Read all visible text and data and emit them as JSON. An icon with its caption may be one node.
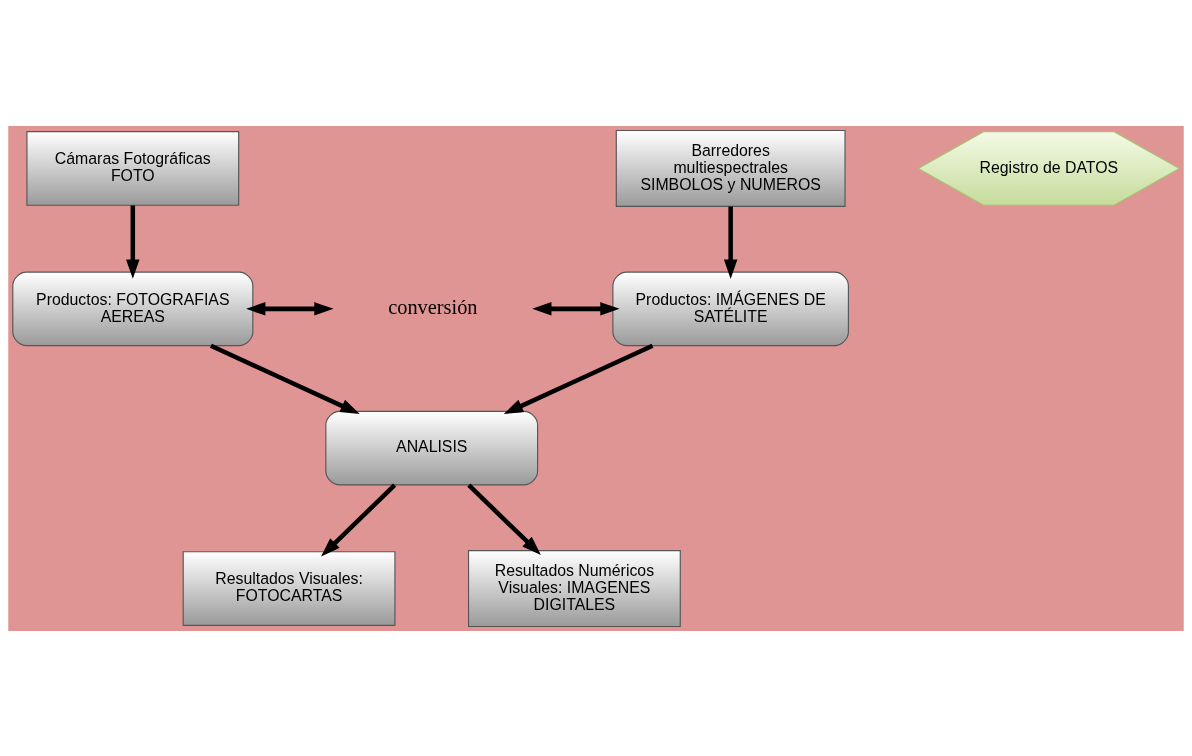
{
  "diagram": {
    "nodes": [
      {
        "text": [
          "Cámaras Fotográficas FOTO"
        ]
      },
      {
        "text": [
          "Registro de DATOS"
        ]
      },
      {
        "text": [
          "Barredores multiespectrales SIMBOLOS y NUMEROS"
        ]
      },
      {
        "text": [
          "Productos: FOTOGRAFIAS AEREAS"
        ]
      },
      {
        "text": [
          "conversión"
        ]
      },
      {
        "text": [
          "Productos: IMÁGENES DE SATÉLITE"
        ]
      },
      {
        "text": [
          "ANALISIS"
        ]
      },
      {
        "text": [
          "Resultados Visuales: FOTOCARTAS"
        ]
      },
      {
        "text": [
          "Resultados Numéricos Visuales: IMAGENES DIGITALES"
        ]
      }
    ],
    "edges": [
      {
        "from": 0,
        "to": 3,
        "arrow": "to"
      },
      {
        "from": 2,
        "to": 5,
        "arrow": "to"
      },
      {
        "from": 3,
        "to": 4,
        "arrow": "both"
      },
      {
        "from": 4,
        "to": 5,
        "arrow": "both"
      },
      {
        "from": 3,
        "to": 6,
        "arrow": "to"
      },
      {
        "from": 5,
        "to": 6,
        "arrow": "to"
      },
      {
        "from": 6,
        "to": 7,
        "arrow": "to"
      },
      {
        "from": 6,
        "to": 8,
        "arrow": "to"
      }
    ]
  }
}
